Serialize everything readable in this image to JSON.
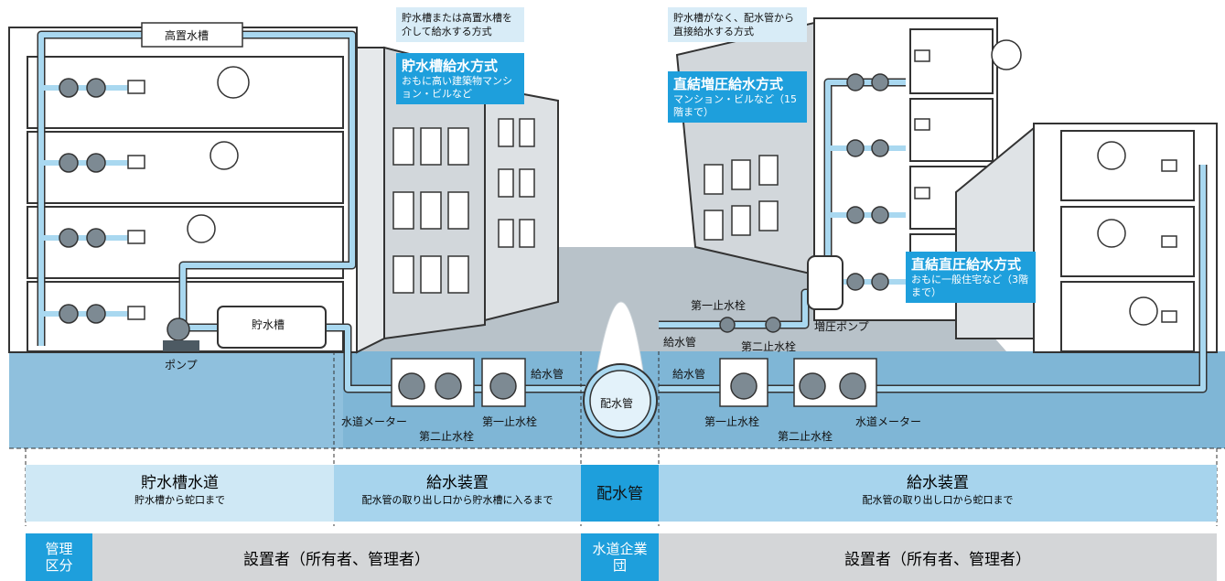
{
  "colors": {
    "pipe": "#a9d8f0",
    "pipe_outline": "#333333",
    "ground": "#7fb6d6",
    "callout_blue": "#1e9fdc",
    "zone_light": "#cfe8f5",
    "zone_mid": "#a7d4ed",
    "mgmt_gray": "#d4d6d8"
  },
  "labels": {
    "elevated_tank": "高置水槽",
    "storage_tank": "貯水槽",
    "pump": "ポンプ",
    "water_meter_left": "水道メーター",
    "second_valve_left": "第二止水栓",
    "first_valve_left": "第一止水栓",
    "supply_pipe_left": "給水管",
    "main_pipe": "配水管",
    "supply_pipe_right": "給水管",
    "first_valve_right": "第一止水栓",
    "second_valve_right": "第二止水栓",
    "water_meter_right": "水道メーター",
    "booster_pump": "増圧ポンプ",
    "supply_pipe_booster": "給水管",
    "first_valve_booster": "第一止水栓",
    "second_valve_booster": "第二止水栓"
  },
  "callouts": {
    "tank_system": {
      "head": "貯水槽または高置水槽を介して給水する方式",
      "title": "貯水槽給水方式",
      "sub": "おもに高い建築物マンション・ビルなど"
    },
    "booster_system": {
      "head": "貯水槽がなく、配水管から直接給水する方式",
      "title": "直結増圧給水方式",
      "sub": "マンション・ビルなど（15階まで）"
    },
    "direct_system": {
      "title": "直結直圧給水方式",
      "sub": "おもに一般住宅など（3階まで）"
    }
  },
  "zones": [
    {
      "title": "貯水槽水道",
      "sub": "貯水槽から蛇口まで"
    },
    {
      "title": "給水装置",
      "sub": "配水管の取り出し口から貯水槽に入るまで"
    },
    {
      "title": "配水管",
      "sub": ""
    },
    {
      "title": "給水装置",
      "sub": "配水管の取り出し口から蛇口まで"
    }
  ],
  "management": {
    "header": "管理区分",
    "owner_left": "設置者（所有者、管理者）",
    "utility": "水道企業団",
    "owner_right": "設置者（所有者、管理者）"
  }
}
